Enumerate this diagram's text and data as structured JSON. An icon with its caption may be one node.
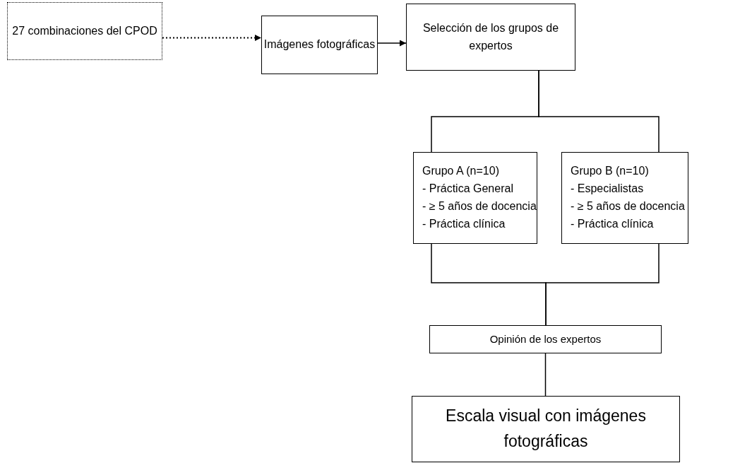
{
  "diagram": {
    "nodes": [
      {
        "text": [
          "27 combinaciones del CPOD"
        ]
      },
      {
        "text": [
          "Imágenes fotográficas"
        ]
      },
      {
        "text": [
          "Selección de los grupos de expertos"
        ]
      },
      {
        "text": [
          "Grupo A (n=10)",
          "- Práctica General",
          "- ≥ 5 años de docencia",
          "- Práctica clínica"
        ]
      },
      {
        "text": [
          "Grupo B (n=10)",
          "- Especialistas",
          "- ≥ 5 años de docencia",
          "- Práctica clínica"
        ]
      },
      {
        "text": [
          "Opinión de los expertos"
        ]
      },
      {
        "text": [
          "Escala visual con imágenes fotográficas"
        ]
      }
    ],
    "edges": [
      {
        "from": 0,
        "to": 1,
        "arrow": "to",
        "style": "dashed"
      },
      {
        "from": 1,
        "to": 2,
        "arrow": "to"
      },
      {
        "from": 2,
        "to": 3,
        "arrow": "none"
      },
      {
        "from": 2,
        "to": 4,
        "arrow": "none"
      },
      {
        "from": 3,
        "to": 5,
        "arrow": "none"
      },
      {
        "from": 4,
        "to": 5,
        "arrow": "none"
      },
      {
        "from": 5,
        "to": 6,
        "arrow": "none"
      }
    ]
  }
}
